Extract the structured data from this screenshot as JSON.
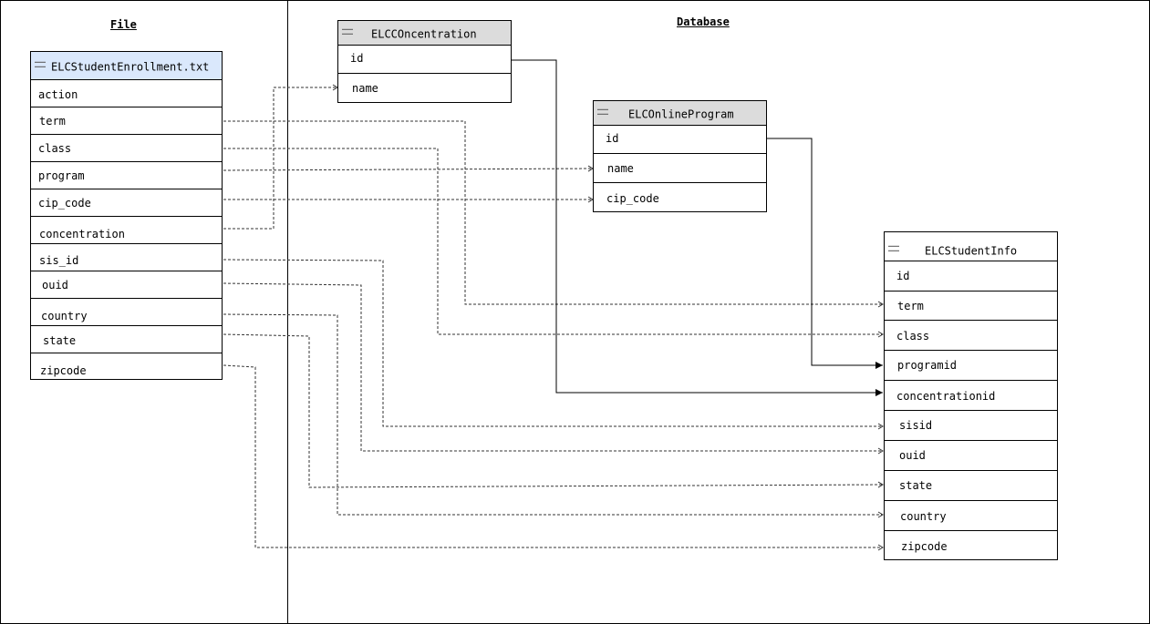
{
  "sections": {
    "file_label": "File",
    "database_label": "Database"
  },
  "tables": {
    "enrollment": {
      "title": "ELCStudentEnrollment.txt",
      "header_color": "#dae8fc",
      "fields": [
        "action",
        "term",
        "class",
        "program",
        "cip_code",
        "concentration",
        "sis_id",
        "ouid",
        "country",
        "state",
        "zipcode"
      ]
    },
    "concentration": {
      "title": "ELCCOncentration",
      "header_color": "#dcdcdc",
      "fields": [
        "id",
        "name"
      ]
    },
    "online_program": {
      "title": "ELCOnlineProgram",
      "header_color": "#dcdcdc",
      "fields": [
        "id",
        "name",
        "cip_code"
      ]
    },
    "student_info": {
      "title": "ELCStudentInfo",
      "header_color": "#ffffff",
      "fields": [
        "id",
        "term",
        "class",
        "programid",
        "concentrationid",
        "sisid",
        "ouid",
        "state",
        "country",
        "zipcode"
      ]
    }
  }
}
